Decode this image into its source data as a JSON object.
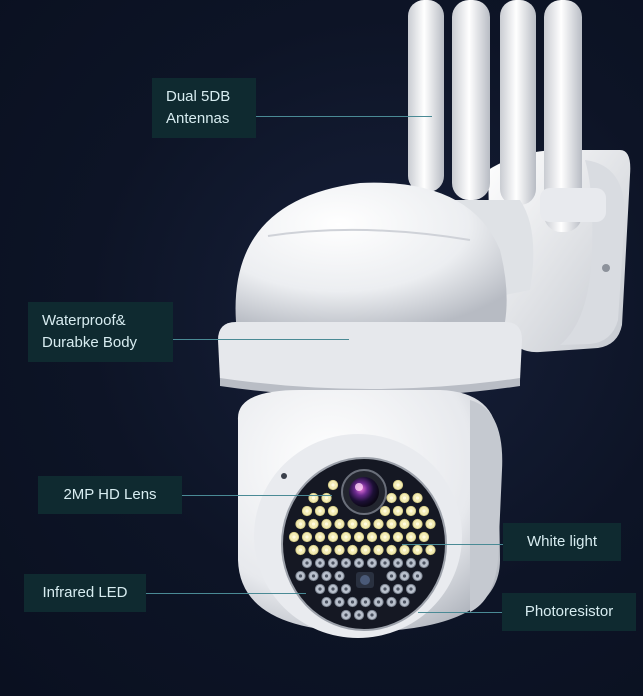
{
  "callouts": {
    "antennas": {
      "line1": "Dual 5DB",
      "line2": "Antennas"
    },
    "body": {
      "line1": "Waterproof&",
      "line2": "Durabke Body"
    },
    "lens": {
      "text": "2MP HD Lens"
    },
    "infrared": {
      "text": "Infrared LED"
    },
    "white_light": {
      "text": "White light"
    },
    "photoresistor": {
      "text": "Photoresistor"
    }
  },
  "colors": {
    "background": "#0d1426",
    "label_bg": "#0f2a30",
    "label_text": "#d7ecf0",
    "leader_line": "#4a8a95",
    "camera_body": "#f2f3f5"
  }
}
